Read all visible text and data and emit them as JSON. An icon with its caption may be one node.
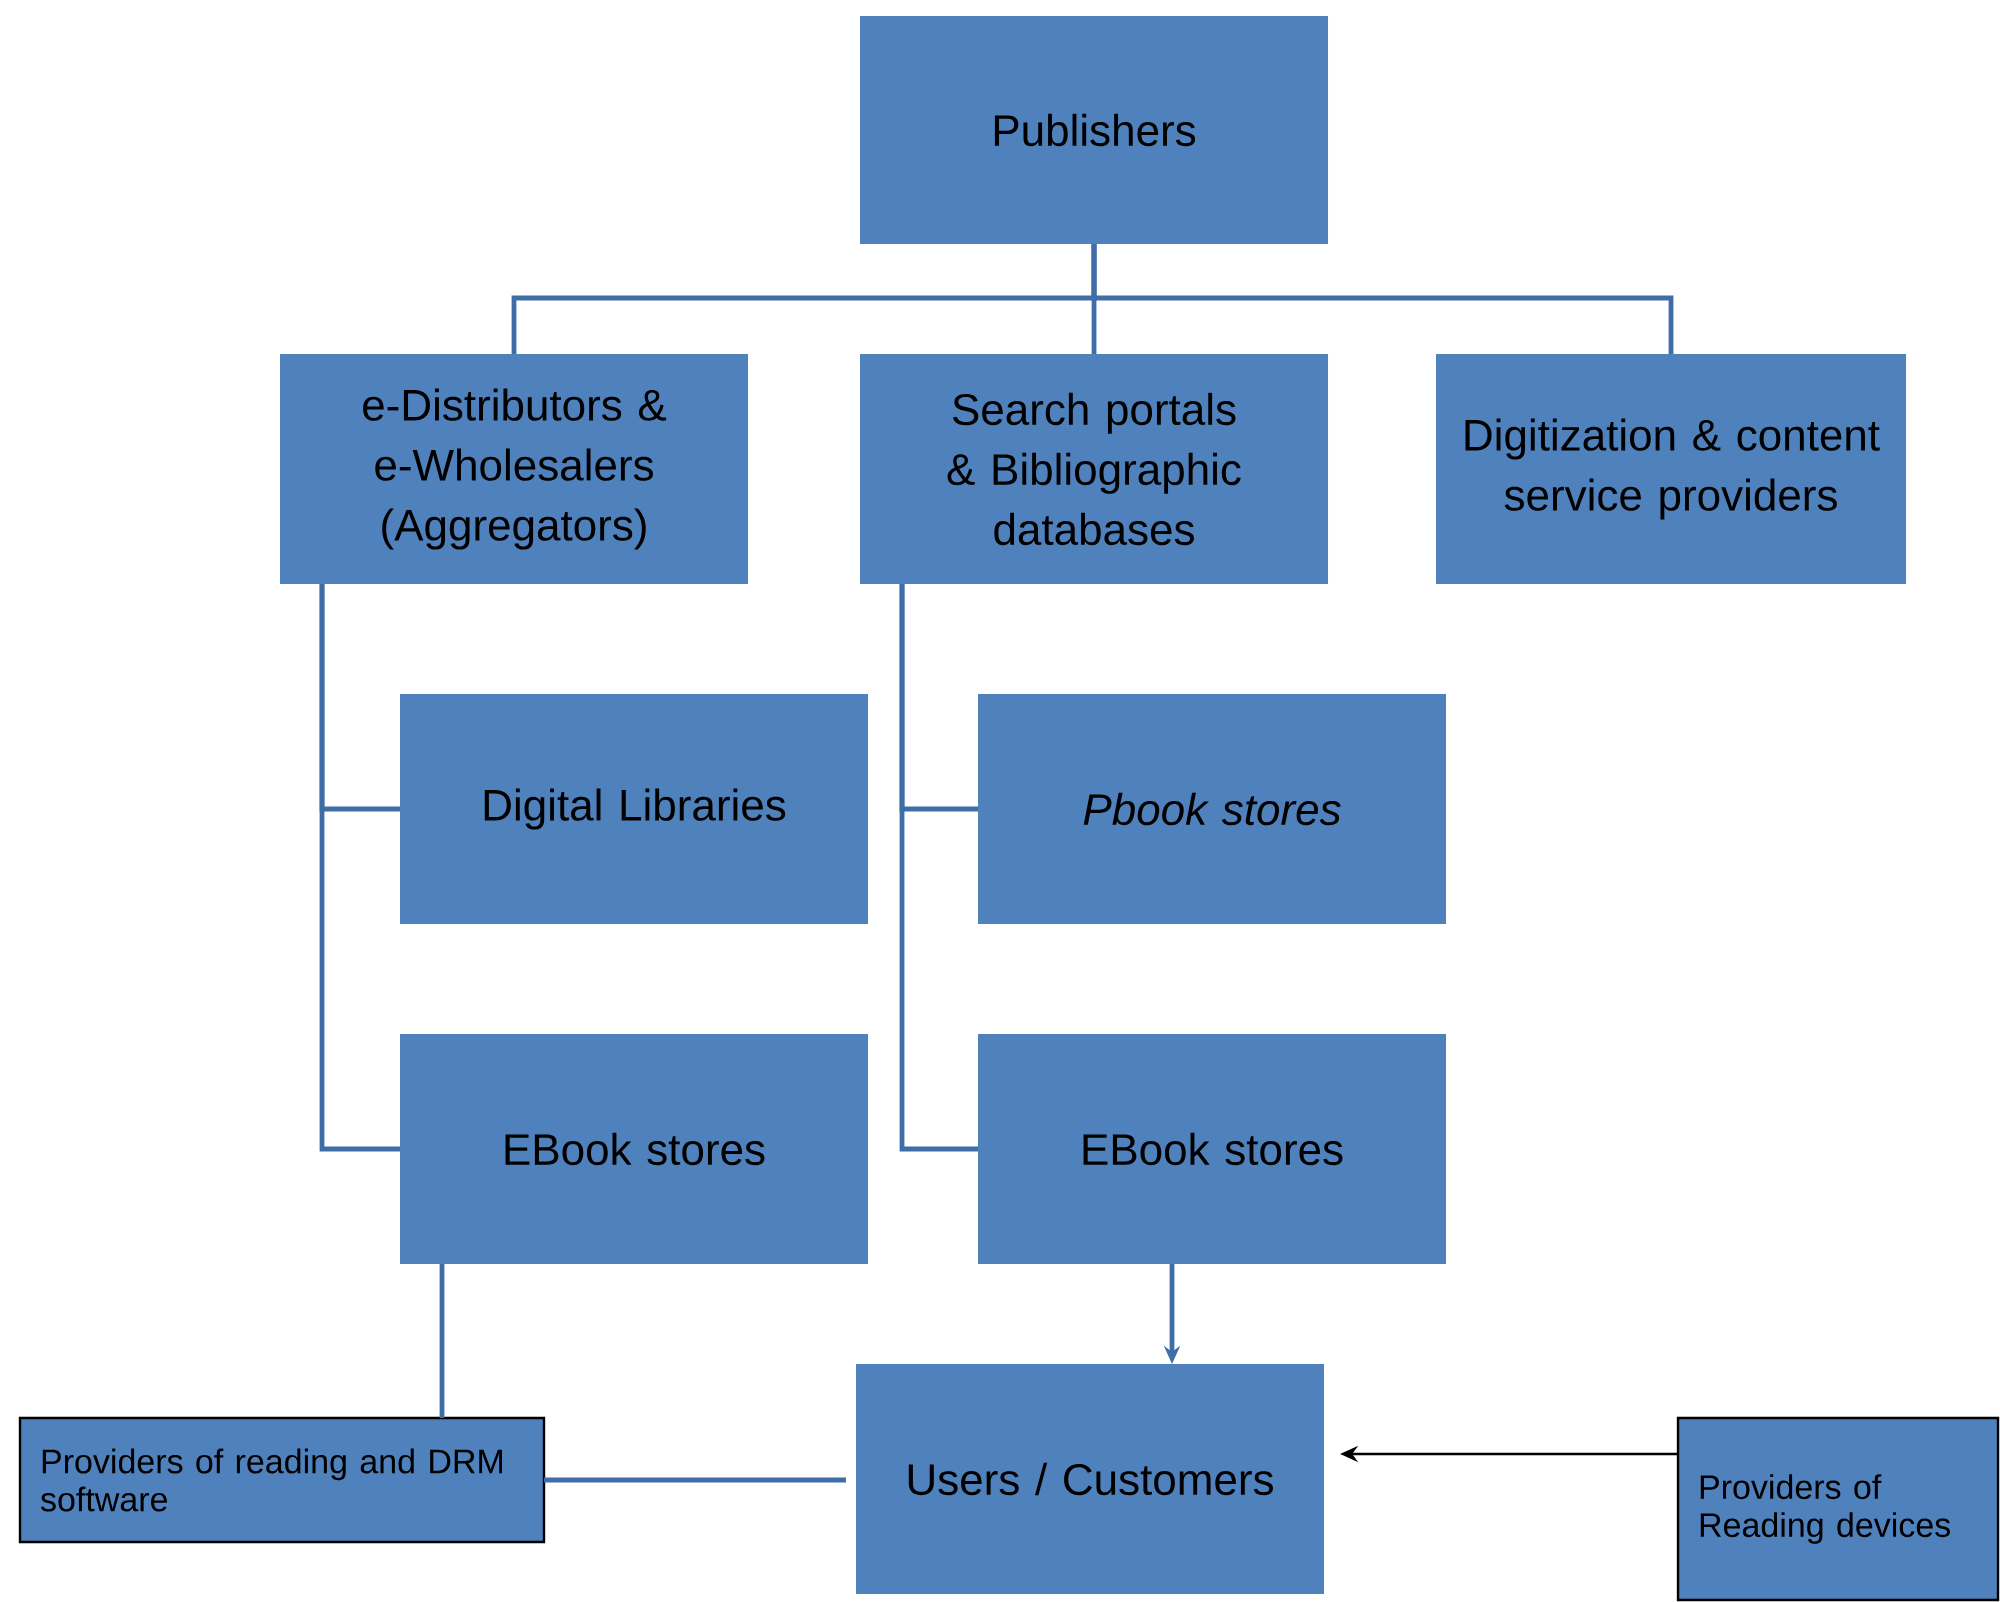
{
  "diagram": {
    "nodes": [
      {
        "text": [
          "Publishers"
        ]
      },
      {
        "text": [
          "e-Distributors & e-Wholesalers (Aggregators)"
        ]
      },
      {
        "text": [
          "Search portals & Bibliographic databases"
        ]
      },
      {
        "text": [
          "Digitization & content service providers"
        ]
      },
      {
        "text": [
          "Digital Libraries"
        ]
      },
      {
        "text": [
          "Pbook stores"
        ]
      },
      {
        "text": [
          "EBook stores"
        ]
      },
      {
        "text": [
          "EBook stores"
        ]
      },
      {
        "text": [
          "Providers of reading and DRM software"
        ]
      },
      {
        "text": [
          "Users / Customers"
        ]
      },
      {
        "text": [
          "Providers of Reading devices"
        ]
      }
    ],
    "edges": [
      {
        "from": 0,
        "to": 1,
        "arrow": "none"
      },
      {
        "from": 0,
        "to": 2,
        "arrow": "none"
      },
      {
        "from": 0,
        "to": 3,
        "arrow": "none"
      },
      {
        "from": 1,
        "to": 4,
        "arrow": "none"
      },
      {
        "from": 1,
        "to": 6,
        "arrow": "none"
      },
      {
        "from": 2,
        "to": 5,
        "arrow": "none"
      },
      {
        "from": 2,
        "to": 7,
        "arrow": "none"
      },
      {
        "from": 7,
        "to": 9,
        "arrow": "to"
      },
      {
        "from": 6,
        "to": 8,
        "arrow": "none"
      },
      {
        "from": 8,
        "to": 9,
        "arrow": "none"
      },
      {
        "from": 10,
        "to": 9,
        "arrow": "to",
        "color": "#000000"
      }
    ]
  }
}
